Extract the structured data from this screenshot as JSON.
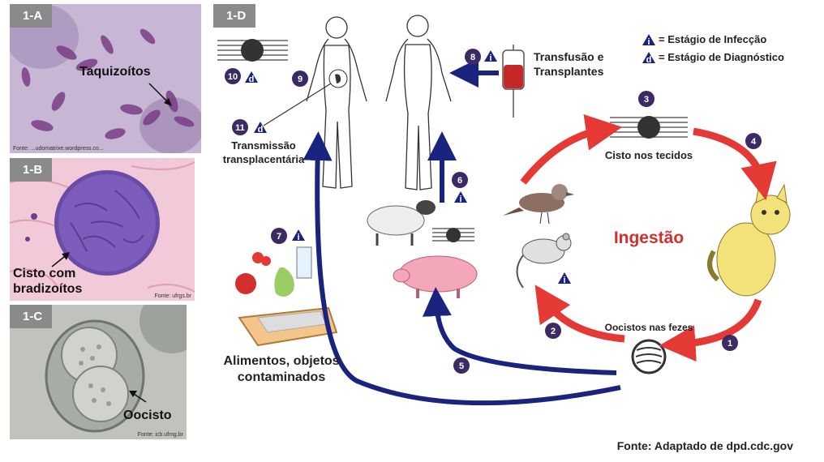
{
  "panel_a": {
    "tag": "1-A",
    "label": "Taquizoítos",
    "credit": "Fonte: ...udomatrixe.wordpress.co..."
  },
  "panel_b": {
    "tag": "1-B",
    "label_line1": "Cisto com",
    "label_line2": "bradizoítos",
    "credit": "Fonte: ufrgs.br"
  },
  "panel_c": {
    "tag": "1-C",
    "label": "Oocisto",
    "credit": "Fonte: icb.ufmg.br"
  },
  "panel_d": {
    "tag": "1-D",
    "legend": {
      "infection_symbol": "i",
      "infection_label": "= Estágio de Infecção",
      "diagnosis_symbol": "d",
      "diagnosis_label": "= Estágio de Diagnóstico"
    },
    "labels": {
      "transfusion_line1": "Transfusão e",
      "transfusion_line2": "Transplantes",
      "transplacental_line1": "Transmissão",
      "transplacental_line2": "transplacentária",
      "tissue_cyst": "Cisto nos tecidos",
      "ingestion": "Ingestão",
      "oocysts_feces": "Oocistos nas fezes",
      "foods_line1": "Alimentos, objetos",
      "foods_line2": "contaminados"
    },
    "steps": [
      "1",
      "2",
      "3",
      "4",
      "5",
      "6",
      "7",
      "8",
      "9",
      "10",
      "11"
    ],
    "colors": {
      "navy": "#1a237e",
      "red": "#e53935",
      "badge": "#3b2a63",
      "ingestion": "#d32f2f"
    }
  },
  "source": "Fonte: Adaptado de dpd.cdc.gov"
}
